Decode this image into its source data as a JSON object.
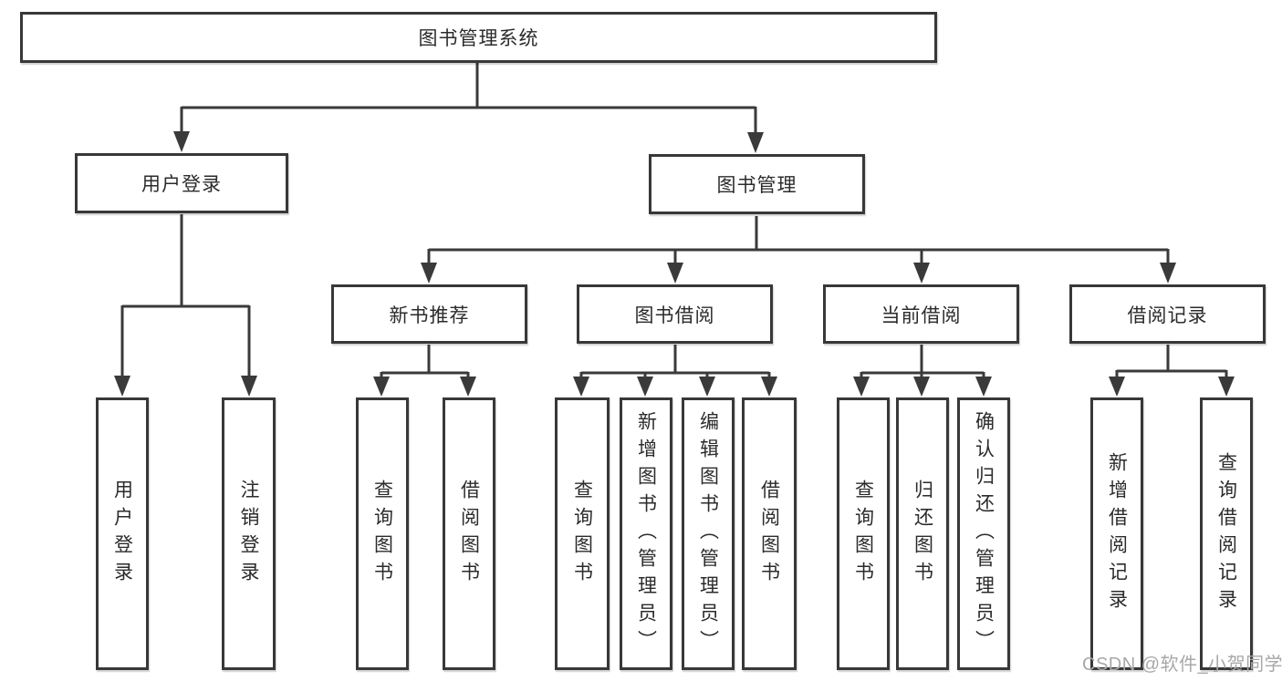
{
  "diagram": {
    "type": "hierarchy-tree",
    "title": "图书管理系统"
  },
  "tree": {
    "label": "图书管理系统",
    "children": [
      {
        "label": "用户登录",
        "children": [
          {
            "label": "用户登录"
          },
          {
            "label": "注销登录"
          }
        ]
      },
      {
        "label": "图书管理",
        "children": [
          {
            "label": "新书推荐",
            "children": [
              {
                "label": "查询图书"
              },
              {
                "label": "借阅图书"
              }
            ]
          },
          {
            "label": "图书借阅",
            "children": [
              {
                "label": "查询图书"
              },
              {
                "label": "新增图书（管理员）"
              },
              {
                "label": "编辑图书（管理员）"
              },
              {
                "label": "借阅图书"
              }
            ]
          },
          {
            "label": "当前借阅",
            "children": [
              {
                "label": "查询图书"
              },
              {
                "label": "归还图书"
              },
              {
                "label": "确认归还（管理员）"
              }
            ]
          },
          {
            "label": "借阅记录",
            "children": [
              {
                "label": "新增借阅记录"
              },
              {
                "label": "查询借阅记录"
              }
            ]
          }
        ]
      }
    ]
  },
  "watermark": {
    "text": "CSDN @软件_小贺同学"
  },
  "colors": {
    "line": "#3a3a3a",
    "box_border": "#383838",
    "text": "#2b2b2b",
    "watermark": "#a8a8a8",
    "background": "#ffffff"
  }
}
